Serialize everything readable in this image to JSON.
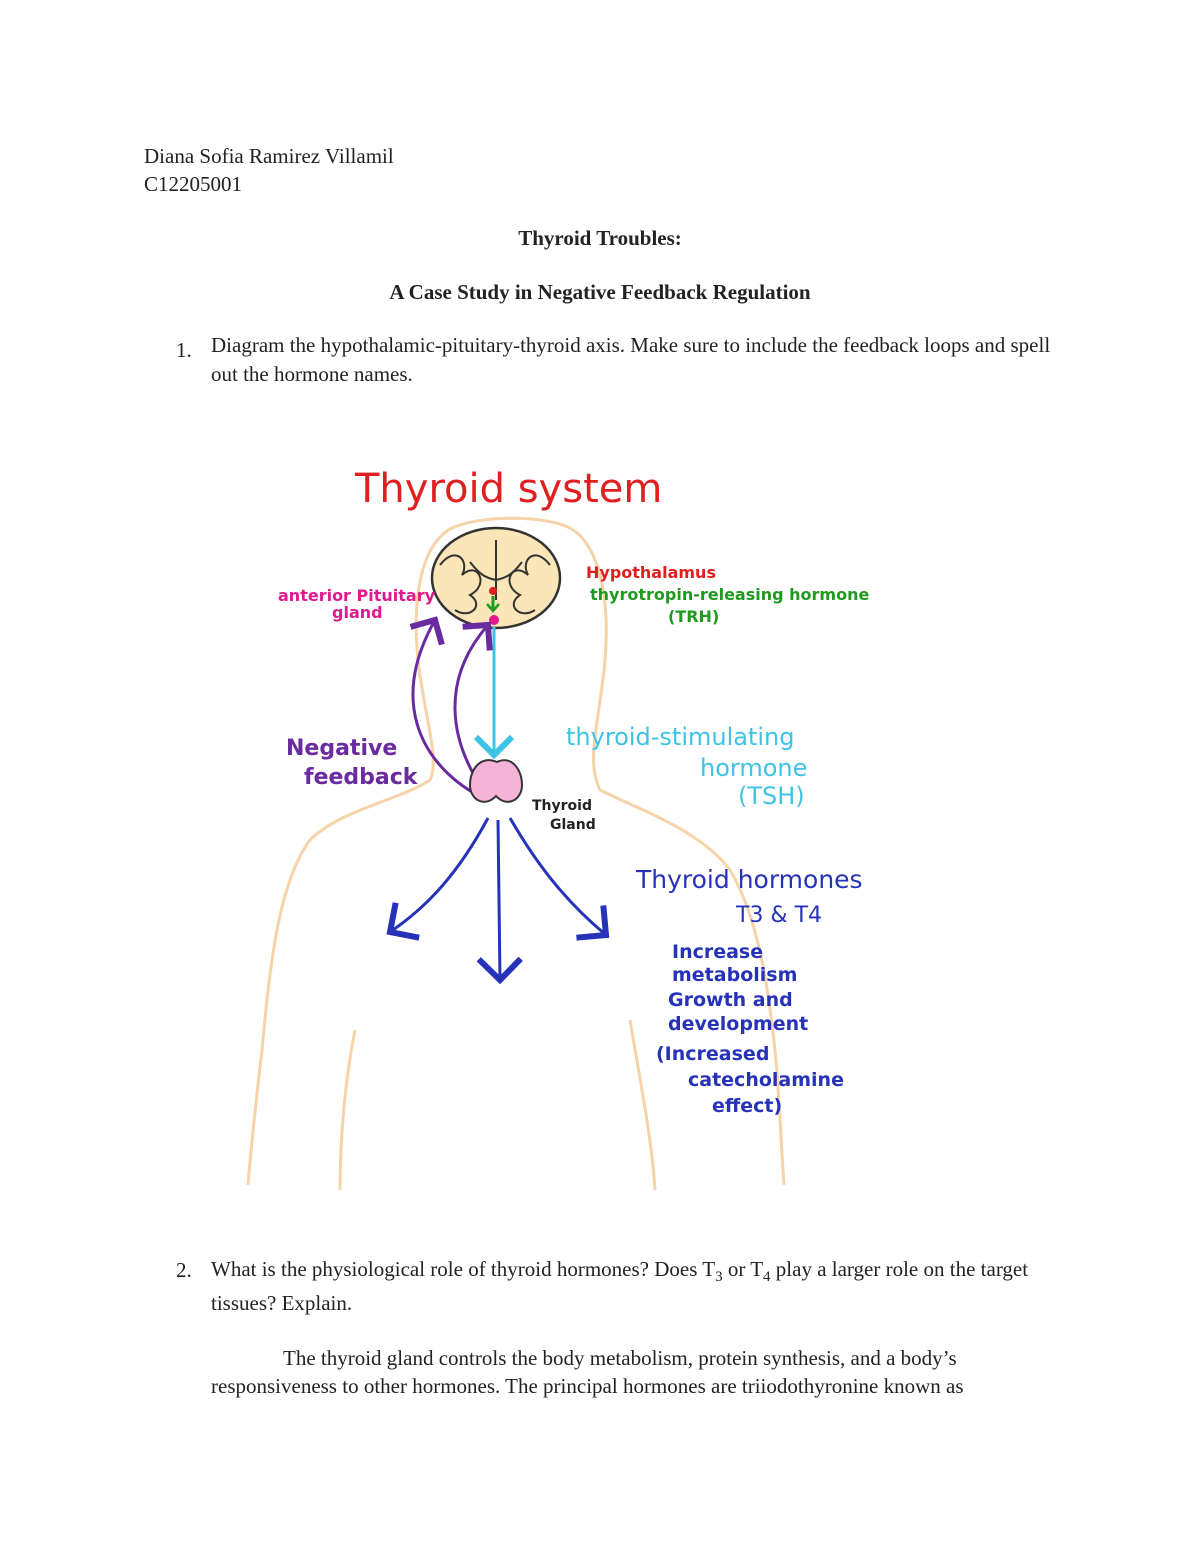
{
  "header": {
    "author": "Diana Sofia Ramirez Villamil",
    "student_id": "C12205001"
  },
  "title": "Thyroid Troubles:",
  "subtitle": "A Case Study in Negative Feedback Regulation",
  "questions": [
    {
      "number": "1.",
      "text": "Diagram the hypothalamic-pituitary-thyroid axis. Make sure to include the feedback loops and spell out the hormone names."
    },
    {
      "number": "2.",
      "text_before_t3": "What is the physiological role of thyroid hormones? Does T",
      "sub_3": "3",
      "text_or": " or T",
      "sub_4": "4",
      "text_after": " play a larger role on the target tissues? Explain."
    }
  ],
  "answer_2": "The thyroid gland controls the body metabolism, protein synthesis, and a body’s responsiveness to other hormones. The principal hormones are triiodothyronine known as",
  "diagram": {
    "title": "Thyroid system",
    "hypothalamus": "Hypothalamus",
    "trh_line1": "thyrotropin-releasing hormone",
    "trh_line2": "(TRH)",
    "anterior_line1": "anterior Pituitary",
    "anterior_line2": "gland",
    "negative_line1": "Negative",
    "negative_line2": "feedback",
    "tsh_line1": "thyroid-stimulating",
    "tsh_line2": "hormone",
    "tsh_line3": "(TSH)",
    "gland_line1": "Thyroid",
    "gland_line2": "Gland",
    "th_line1": "Thyroid hormones",
    "th_line2": "T3 & T4",
    "effects": [
      "Increase",
      "metabolism",
      "Growth and",
      "development",
      "(Increased",
      "catecholamine",
      "effect)"
    ],
    "colors": {
      "title": "#e02020",
      "hypothalamus": "#e02020",
      "trh": "#1f9a1f",
      "anterior": "#e0198f",
      "negative": "#6a2aa0",
      "tsh": "#3ec3e6",
      "gland_label": "#222222",
      "hormones": "#2633b8",
      "body_outline": "#f6d3a8",
      "gland_fill": "#f6b3d8"
    }
  }
}
